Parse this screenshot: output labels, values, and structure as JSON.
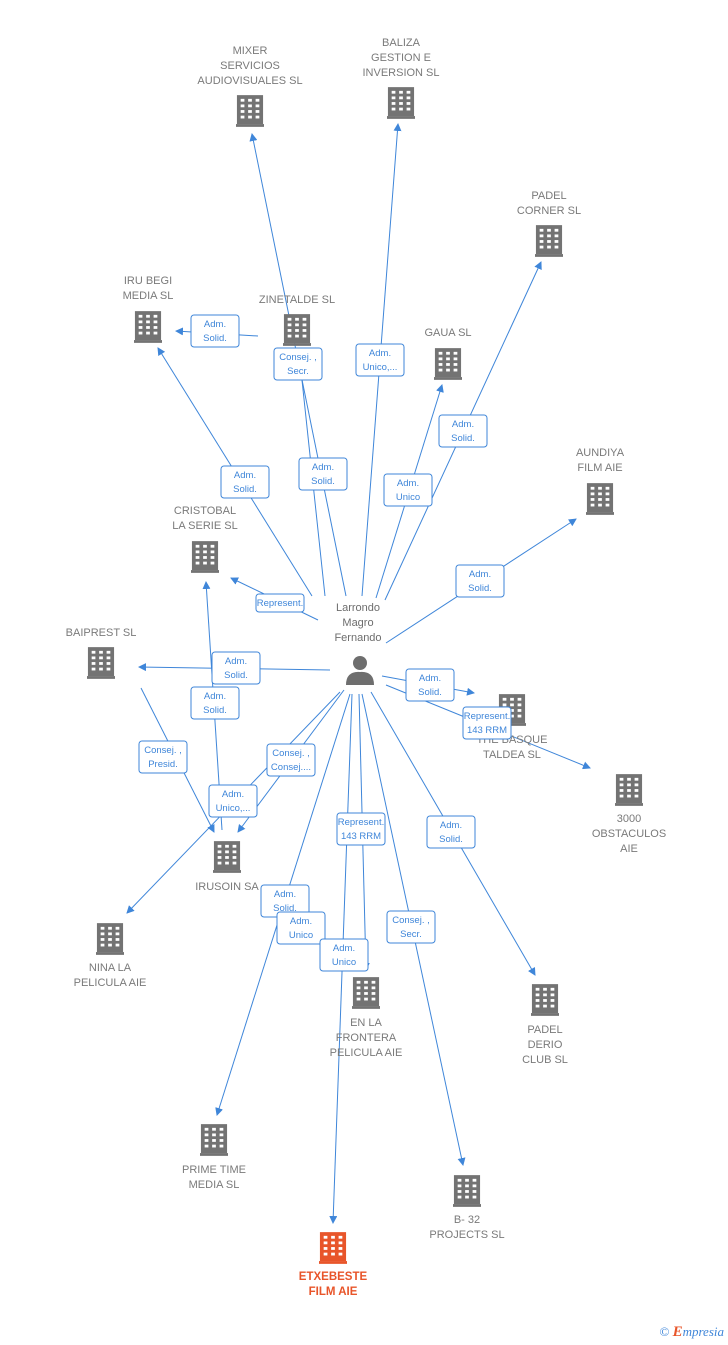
{
  "center": {
    "name_lines": [
      "Larrondo",
      "Magro",
      "Fernando"
    ]
  },
  "companies": [
    {
      "id": "mixer",
      "lines": [
        "MIXER",
        "SERVICIOS",
        "AUDIOVISUALES SL"
      ]
    },
    {
      "id": "baliza",
      "lines": [
        "BALIZA",
        "GESTION E",
        "INVERSION  SL"
      ]
    },
    {
      "id": "padel_corner",
      "lines": [
        "PADEL",
        "CORNER SL"
      ]
    },
    {
      "id": "iru_begi",
      "lines": [
        "IRU BEGI",
        "MEDIA  SL"
      ]
    },
    {
      "id": "zinetalde",
      "lines": [
        "ZINETALDE SL"
      ]
    },
    {
      "id": "gaua",
      "lines": [
        "GAUA  SL"
      ]
    },
    {
      "id": "aundiya",
      "lines": [
        "AUNDIYA",
        "FILM AIE"
      ]
    },
    {
      "id": "cristobal",
      "lines": [
        "CRISTOBAL",
        "LA SERIE  SL"
      ]
    },
    {
      "id": "baiprest",
      "lines": [
        "BAIPREST  SL"
      ]
    },
    {
      "id": "basque",
      "lines": [
        "THE BASQUE",
        "TALDEA  SL"
      ]
    },
    {
      "id": "obstaculos",
      "lines": [
        "3000",
        "OBSTACULOS",
        "AIE"
      ]
    },
    {
      "id": "irusoin",
      "lines": [
        "IRUSOIN SA"
      ]
    },
    {
      "id": "nina",
      "lines": [
        "NINA LA",
        "PELICULA AIE"
      ]
    },
    {
      "id": "frontera",
      "lines": [
        "EN LA",
        "FRONTERA",
        "PELICULA  AIE"
      ]
    },
    {
      "id": "padel_derio",
      "lines": [
        "PADEL",
        "DERIO",
        "CLUB SL"
      ]
    },
    {
      "id": "prime",
      "lines": [
        "PRIME TIME",
        "MEDIA  SL"
      ]
    },
    {
      "id": "b32",
      "lines": [
        "B- 32",
        "PROJECTS SL"
      ]
    },
    {
      "id": "etxebeste",
      "lines": [
        "ETXEBESTE",
        "FILM AIE"
      ],
      "highlight": true
    }
  ],
  "relations": [
    {
      "to": "mixer",
      "lines": [
        "Adm.",
        "Solid."
      ]
    },
    {
      "to": "zinetalde",
      "lines": [
        "Consej. ,",
        "Secr."
      ]
    },
    {
      "to": "iru_begi",
      "lines": [
        "Adm.",
        "Solid."
      ]
    },
    {
      "to": "iru_begi_2",
      "lines": [
        "Adm.",
        "Solid."
      ]
    },
    {
      "to": "baliza",
      "lines": [
        "Adm.",
        "Unico,..."
      ]
    },
    {
      "to": "gaua",
      "lines": [
        "Adm.",
        "Unico"
      ]
    },
    {
      "to": "padel_corner",
      "lines": [
        "Adm.",
        "Solid."
      ]
    },
    {
      "to": "aundiya",
      "lines": [
        "Adm.",
        "Solid."
      ]
    },
    {
      "to": "cristobal",
      "lines": [
        "Represent."
      ]
    },
    {
      "to": "baiprest",
      "lines": [
        "Adm.",
        "Solid."
      ]
    },
    {
      "to": "cristobal_2",
      "lines": [
        "Adm.",
        "Solid."
      ]
    },
    {
      "to": "basque",
      "lines": [
        "Adm.",
        "Solid."
      ]
    },
    {
      "to": "obstaculos",
      "lines": [
        "Represent.",
        "143 RRM"
      ]
    },
    {
      "to": "irusoin_a",
      "lines": [
        "Consej. ,",
        "Presid."
      ]
    },
    {
      "to": "irusoin_b",
      "lines": [
        "Consej. ,",
        "Consej...."
      ]
    },
    {
      "to": "nina",
      "lines": [
        "Adm.",
        "Unico,..."
      ]
    },
    {
      "to": "frontera",
      "lines": [
        "Represent.",
        "143 RRM"
      ]
    },
    {
      "to": "padel_derio",
      "lines": [
        "Adm.",
        "Solid."
      ]
    },
    {
      "to": "b32",
      "lines": [
        "Consej. ,",
        "Secr."
      ]
    },
    {
      "to": "irusoin_c",
      "lines": [
        "Adm.",
        "Solid."
      ]
    },
    {
      "to": "prime",
      "lines": [
        "Adm.",
        "Unico"
      ]
    },
    {
      "to": "etxebeste",
      "lines": [
        "Adm.",
        "Unico"
      ]
    }
  ],
  "colors": {
    "edge": "#3f86d9",
    "building": "#737373",
    "highlight": "#e8552a",
    "person": "#6e6e6e"
  },
  "brand": {
    "copyright": "©",
    "e": "E",
    "rest": "mpresia"
  }
}
